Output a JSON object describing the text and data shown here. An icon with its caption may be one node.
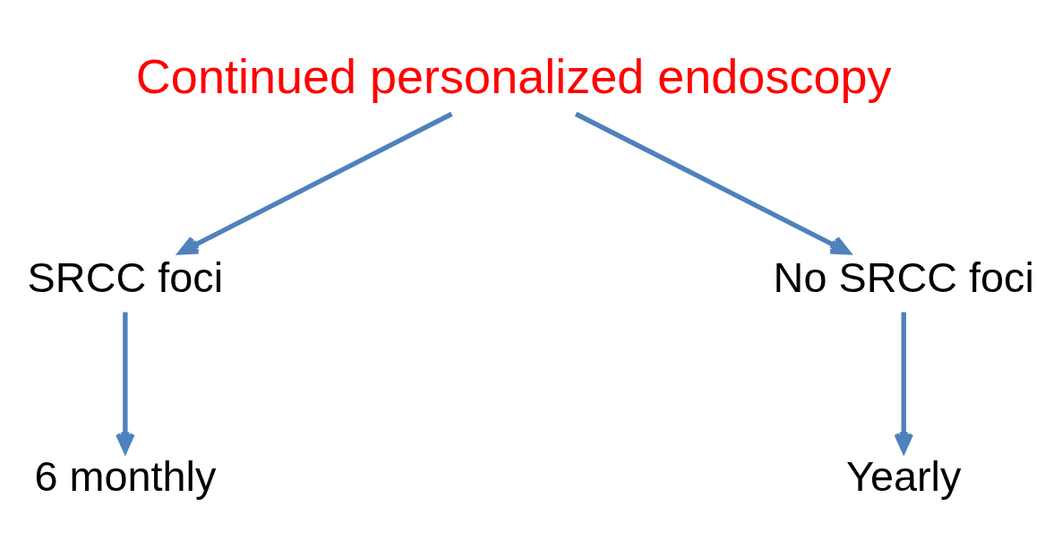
{
  "diagram": {
    "nodes": [
      {
        "text": [
          "Continued personalized endoscopy"
        ]
      },
      {
        "text": [
          "SRCC foci"
        ]
      },
      {
        "text": [
          "No SRCC foci"
        ]
      },
      {
        "text": [
          "6 monthly"
        ]
      },
      {
        "text": [
          "Yearly"
        ]
      }
    ],
    "edges": [
      {
        "from": 0,
        "to": 1,
        "arrow": "to"
      },
      {
        "from": 0,
        "to": 2,
        "arrow": "to"
      },
      {
        "from": 1,
        "to": 3,
        "arrow": "to"
      },
      {
        "from": 2,
        "to": 4,
        "arrow": "to"
      }
    ]
  }
}
